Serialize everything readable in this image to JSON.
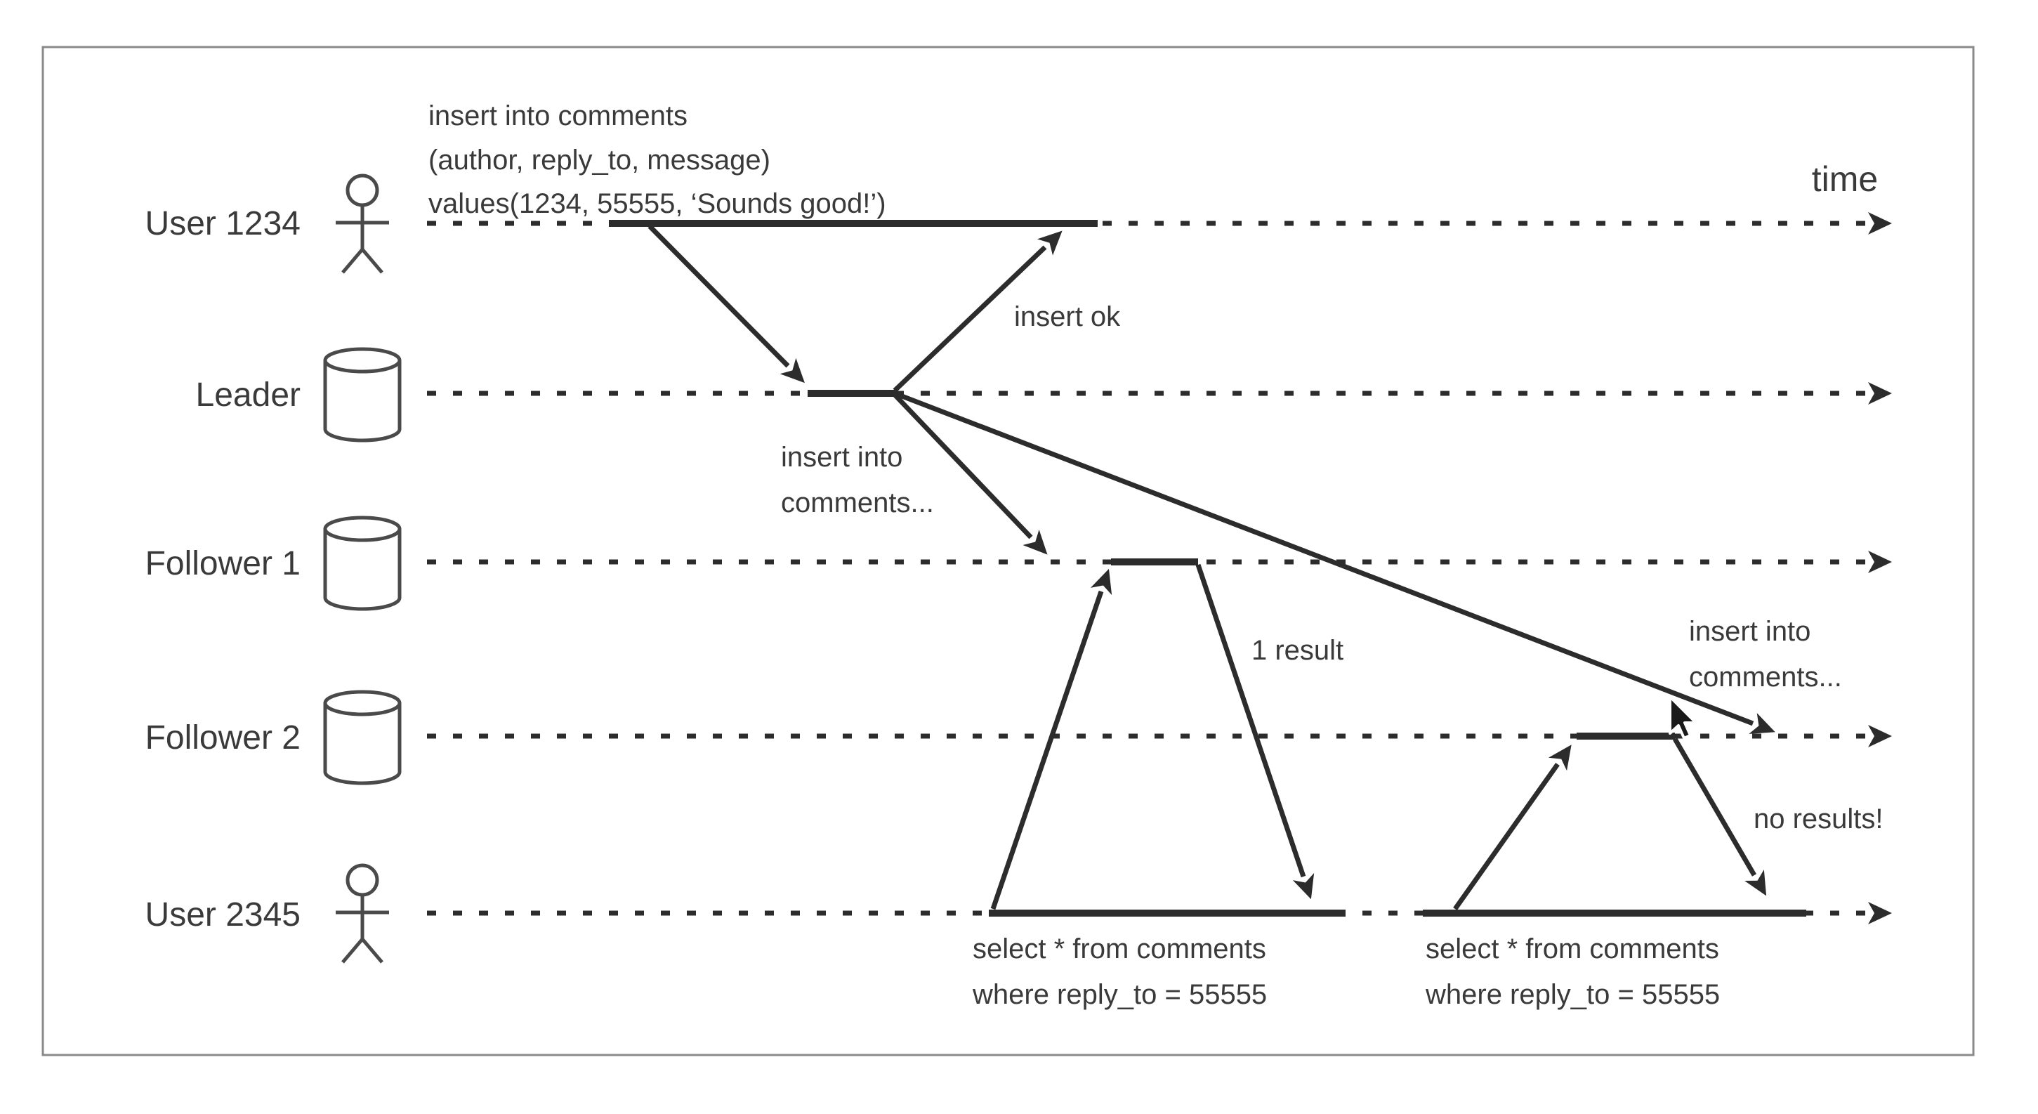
{
  "diagram": {
    "time_axis_label": "time",
    "actors": [
      {
        "name": "User 1234",
        "icon": "person"
      },
      {
        "name": "Leader",
        "icon": "database"
      },
      {
        "name": "Follower 1",
        "icon": "database"
      },
      {
        "name": "Follower 2",
        "icon": "database"
      },
      {
        "name": "User 2345",
        "icon": "person"
      }
    ],
    "annotations": {
      "insert_query": {
        "line1": "insert into comments",
        "line2": "(author, reply_to, message)",
        "line3": "values(1234, 55555, ‘Sounds good!’)"
      },
      "insert_ok": "insert ok",
      "replicate_to_follower1": {
        "line1": "insert into",
        "line2": "comments..."
      },
      "replicate_to_follower2": {
        "line1": "insert into",
        "line2": "comments..."
      },
      "one_result": "1 result",
      "no_results": "no results!",
      "select_query_1": {
        "line1": "select * from comments",
        "line2": "where reply_to = 55555"
      },
      "select_query_2": {
        "line1": "select * from comments",
        "line2": "where reply_to = 55555"
      }
    },
    "colors": {
      "line": "#2c2c2c",
      "text": "#3a3a3a",
      "icon_stroke": "#4a4a4a",
      "border": "#8a8a8a",
      "background": "#ffffff"
    }
  }
}
